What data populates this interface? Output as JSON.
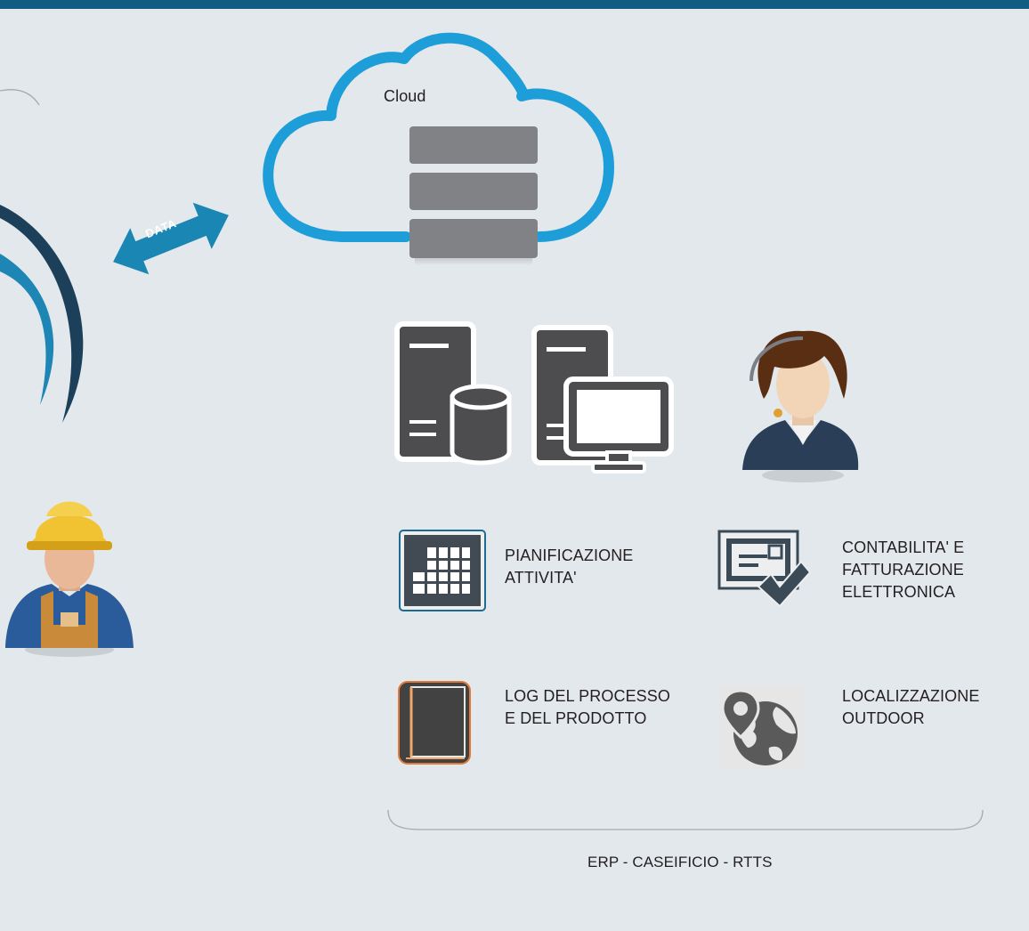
{
  "cloud": {
    "label": "Cloud"
  },
  "link": {
    "arrow_label": "DATA"
  },
  "modules": [
    {
      "label_lines": [
        "PIANIFICAZIONE",
        "ATTIVITA'"
      ],
      "icon": "calendar-icon"
    },
    {
      "label_lines": [
        "CONTABILITA' E",
        "FATTURAZIONE",
        "ELETTRONICA"
      ],
      "icon": "invoice-check-icon"
    },
    {
      "label_lines": [
        "LOG DEL PROCESSO",
        "E DEL PRODOTTO"
      ],
      "icon": "book-log-icon"
    },
    {
      "label_lines": [
        "LOCALIZZAZIONE",
        "OUTDOOR"
      ],
      "icon": "globe-location-icon"
    }
  ],
  "group": {
    "caption": "ERP - CASEIFICIO - RTTS"
  },
  "colors": {
    "header_bar": "#0f5d82",
    "background": "#e3e8ec",
    "cloud_outline": "#1e9ed9",
    "arrow": "#1a86b3",
    "server_blocks": "#808285",
    "server_icons": "#4d4d4f"
  }
}
